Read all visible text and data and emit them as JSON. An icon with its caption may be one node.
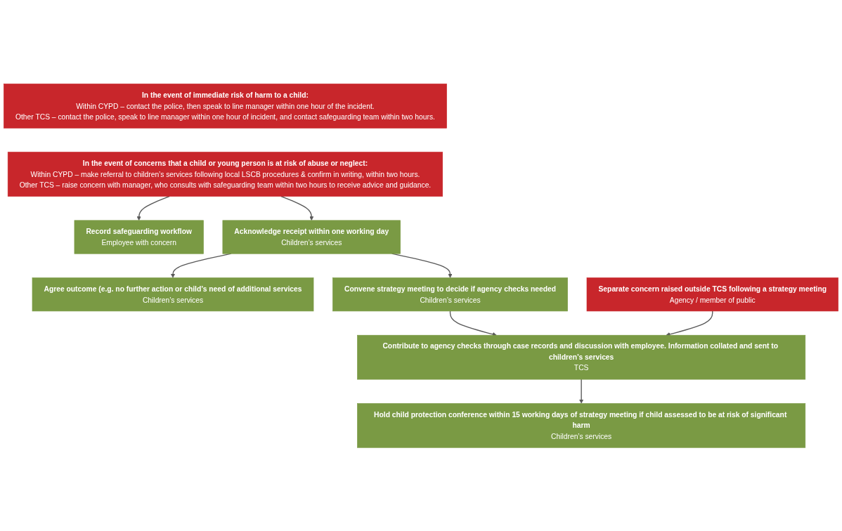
{
  "diagram": {
    "nodes": [
      {
        "text": [
          "In the event of immediate risk of harm to a child:",
          "Within CYPD – contact the police, then speak to line manager within one hour of the incident.",
          "Other TCS – contact the police, speak to line manager within one hour of incident, and contact safeguarding team within two hours."
        ]
      },
      {
        "text": [
          "In the event of concerns that a child or young person is at risk of abuse or neglect:",
          "Within CYPD – make referral to children’s services following local LSCB procedures & confirm in writing, within two hours.",
          "Other TCS – raise concern with manager, who consults with safeguarding team within two hours to receive advice and guidance."
        ]
      },
      {
        "text": [
          "Record safeguarding workflow",
          "Employee with concern"
        ]
      },
      {
        "text": [
          "Acknowledge receipt within one working day",
          "Children’s services"
        ]
      },
      {
        "text": [
          "Agree outcome (e.g. no further action or child’s need of additional services",
          "Children’s services"
        ]
      },
      {
        "text": [
          "Convene strategy meeting to decide if agency checks needed",
          "Children’s services"
        ]
      },
      {
        "text": [
          "Separate concern raised outside TCS following a strategy meeting",
          "Agency / member of public"
        ]
      },
      {
        "text": [
          "Contribute to agency checks through case records and discussion with employee. Information collated and sent to children’s services",
          "TCS"
        ]
      },
      {
        "text": [
          "Hold child protection conference within 15 working days of strategy meeting if child assessed to be at risk of significant harm",
          "Children’s services"
        ]
      }
    ],
    "edges": [
      {
        "from": 1,
        "to": 2,
        "arrow": "to"
      },
      {
        "from": 1,
        "to": 3,
        "arrow": "to"
      },
      {
        "from": 3,
        "to": 4,
        "arrow": "to"
      },
      {
        "from": 3,
        "to": 5,
        "arrow": "to"
      },
      {
        "from": 5,
        "to": 7,
        "arrow": "to"
      },
      {
        "from": 6,
        "to": 7,
        "arrow": "to"
      },
      {
        "from": 7,
        "to": 8,
        "arrow": "to"
      }
    ]
  }
}
